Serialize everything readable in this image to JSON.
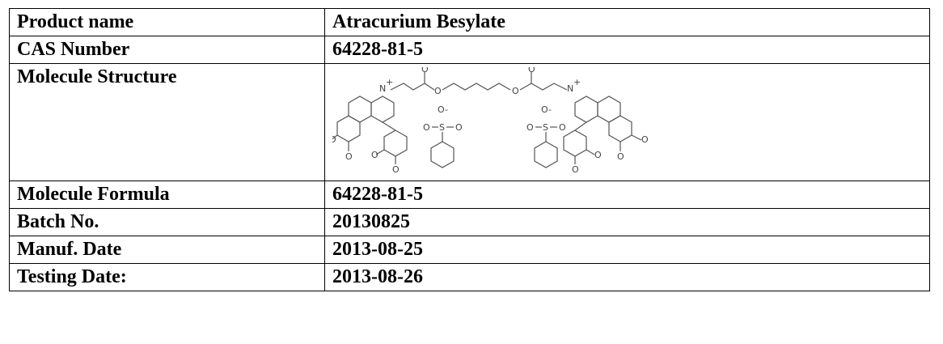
{
  "rows": [
    {
      "label": "Product name",
      "value": "Atracurium Besylate"
    },
    {
      "label": "CAS Number",
      "value": "64228-81-5"
    },
    {
      "label": "Molecule Structure",
      "value": ""
    },
    {
      "label": "Molecule Formula",
      "value": "64228-81-5"
    },
    {
      "label": "Batch No.",
      "value": "20130825"
    },
    {
      "label": "Manuf. Date",
      "value": "2013-08-25"
    },
    {
      "label": "Testing Date:",
      "value": "2013-08-26"
    }
  ],
  "structure": {
    "atoms": {
      "oxygen": "O",
      "nitrogen": "N",
      "plus": "+",
      "sulfur": "S",
      "oxide": "O-"
    }
  }
}
